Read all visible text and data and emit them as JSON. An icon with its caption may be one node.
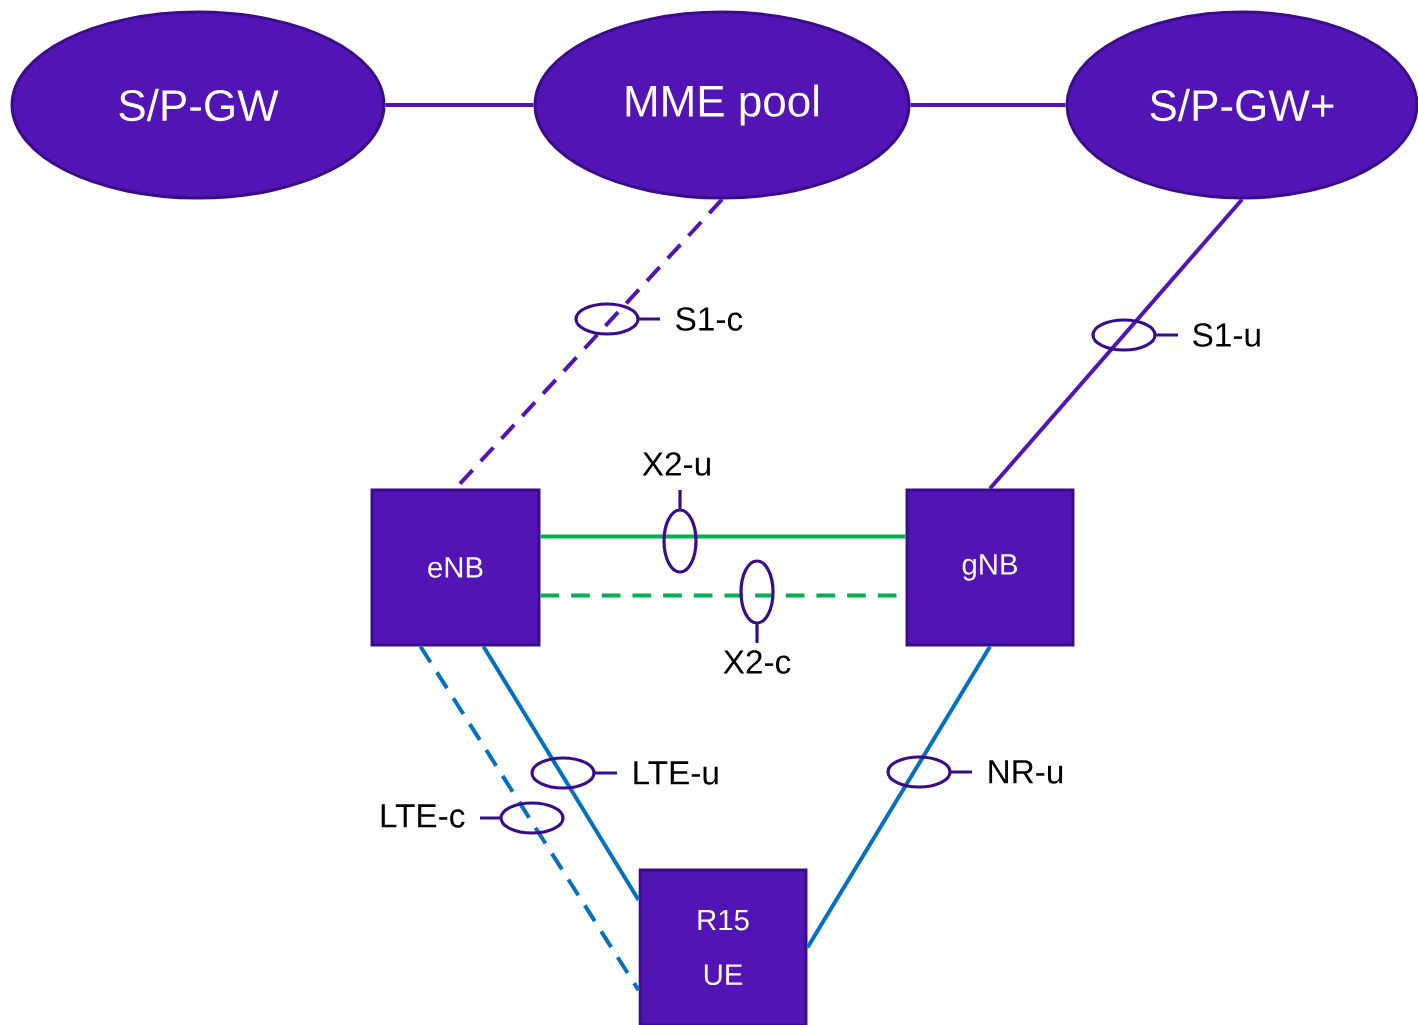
{
  "diagram": {
    "nodes": [
      {
        "text": [
          "S/P-GW"
        ]
      },
      {
        "text": [
          "MME pool"
        ]
      },
      {
        "text": [
          "S/P-GW+"
        ]
      },
      {
        "text": [
          "eNB"
        ]
      },
      {
        "text": [
          "gNB"
        ]
      },
      {
        "text": [
          "R15 UE"
        ]
      }
    ],
    "edges": [
      {
        "from": 0,
        "to": 1,
        "arrow": "none"
      },
      {
        "from": 1,
        "to": 2,
        "arrow": "none"
      },
      {
        "from": 1,
        "to": 3,
        "arrow": "none",
        "style": "dashed",
        "label": "S1-c"
      },
      {
        "from": 2,
        "to": 4,
        "arrow": "none",
        "label": "S1-u"
      },
      {
        "from": 3,
        "to": 4,
        "arrow": "none",
        "color": "#00b050",
        "label": "X2-u"
      },
      {
        "from": 3,
        "to": 4,
        "arrow": "none",
        "style": "dashed",
        "color": "#00b050",
        "label": "X2-c"
      },
      {
        "from": 3,
        "to": 5,
        "arrow": "none",
        "color": "#0070c0",
        "label": "LTE-u"
      },
      {
        "from": 3,
        "to": 5,
        "arrow": "none",
        "style": "dashed",
        "color": "#0070c0",
        "label": "LTE-c"
      },
      {
        "from": 4,
        "to": 5,
        "arrow": "none",
        "color": "#0070c0",
        "label": "NR-u"
      }
    ]
  }
}
